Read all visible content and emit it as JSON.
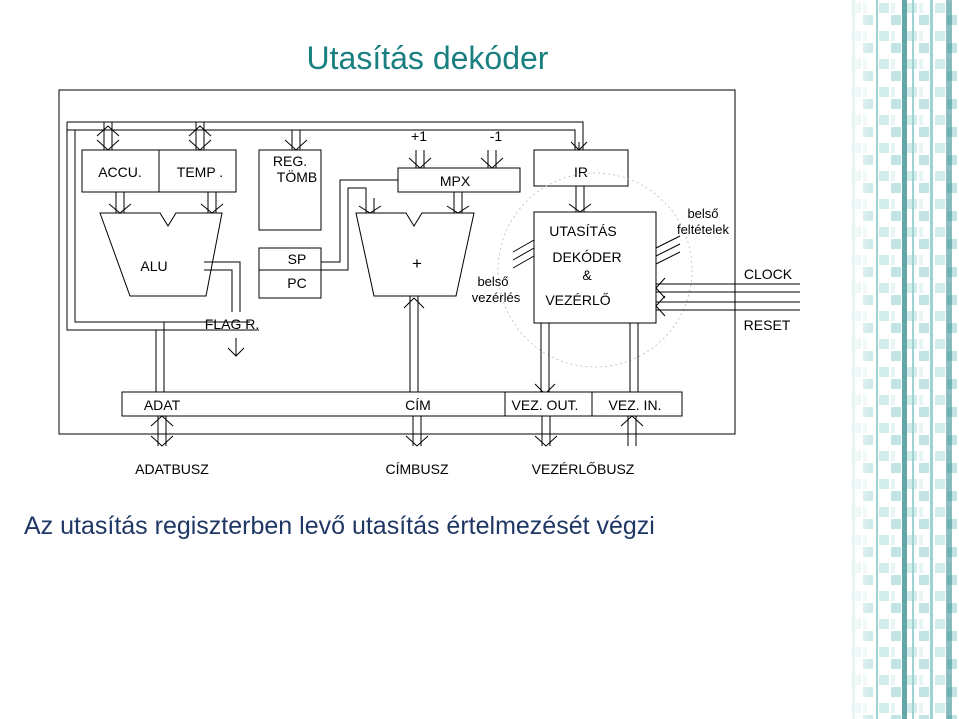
{
  "slide": {
    "title": "Utasítás dekóder",
    "subtitle": "Az utasítás regiszterben levő utasítás értelmezését végzi"
  },
  "diagram": {
    "accu": "ACCU.",
    "temp": "TEMP .",
    "reg_line1": "REG.",
    "reg_line2": "TÖMB",
    "plus_one": "+1",
    "minus_one": "-1",
    "mpx": "MPX",
    "ir": "IR",
    "alu": "ALU",
    "sp": "SP",
    "pc": "PC",
    "adder": "+",
    "belso_vezerles_1": "belső",
    "belso_vezerles_2": "vezérlés",
    "decoder_1": "UTASÍTÁS",
    "decoder_2": "DEKÓDER",
    "decoder_3": "&",
    "decoder_4": "VEZÉRLŐ",
    "belso_feltetelek_1": "belső",
    "belso_feltetelek_2": "feltételek",
    "clock": "CLOCK",
    "reset": "RESET",
    "flag": "FLAG R.",
    "adat": "ADAT",
    "cim": "CÍM",
    "vez_out": "VEZ. OUT.",
    "vez_in": "VEZ. IN.",
    "adatbusz": "ADATBUSZ",
    "cimbusz": "CÍMBUSZ",
    "vezerlobusz": "VEZÉRLŐBUSZ"
  },
  "colors": {
    "title": "#1a7f80",
    "subtitle": "#1f3764",
    "accent_dark": "#2f8a8c",
    "accent_light": "#9fd3d3"
  }
}
